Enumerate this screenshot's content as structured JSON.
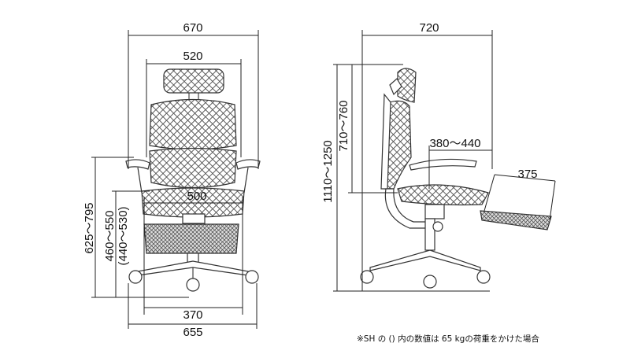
{
  "front_view": {
    "overall_width": "670",
    "headrest_width": "520",
    "seat_width": "500",
    "base_inner_width": "370",
    "base_width": "655",
    "overall_armrest_height": "625〜795",
    "seat_height": "460〜550",
    "seat_height_loaded": "(440〜530)"
  },
  "side_view": {
    "overall_depth": "720",
    "overall_height": "1110〜1250",
    "backrest_height": "710〜760",
    "seat_depth": "380〜440",
    "footrest_length": "375"
  },
  "note": "※SH の () 内の数値は 65 kgの荷重をかけた場合"
}
